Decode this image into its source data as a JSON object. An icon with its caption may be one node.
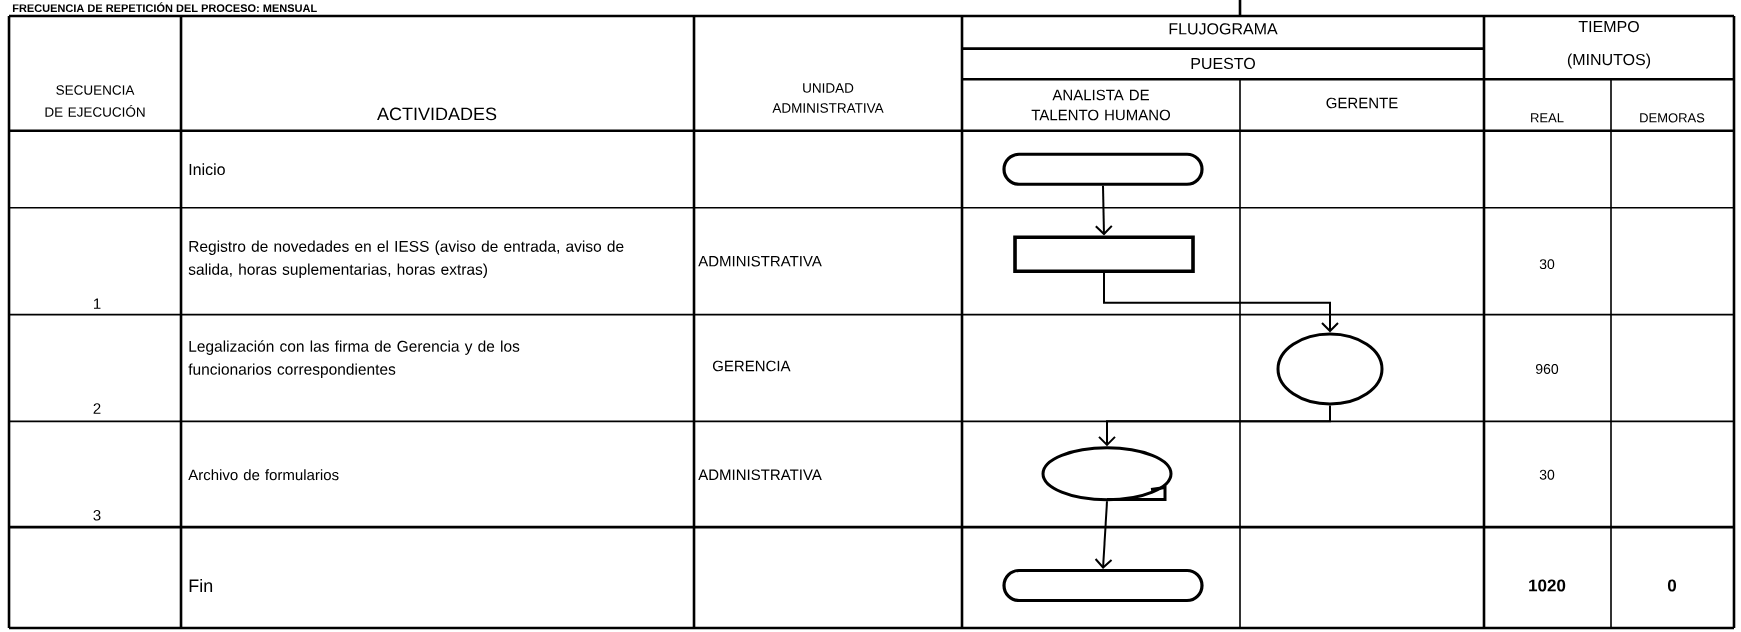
{
  "diagram": {
    "title": "FRECUENCIA DE REPETICIÓN DEL PROCESO: MENSUAL",
    "nodes": [
      {
        "text": [],
        "shape": "pill"
      },
      {
        "text": [],
        "shape": "box"
      },
      {
        "text": [],
        "shape": "circle"
      },
      {
        "text": [],
        "shape": "oval"
      },
      {
        "text": [],
        "shape": "pill"
      }
    ],
    "edges": [
      {
        "from": 0,
        "to": 1,
        "arrow": "to"
      },
      {
        "from": 1,
        "to": 2,
        "arrow": "to"
      },
      {
        "from": 2,
        "to": 3,
        "arrow": "to"
      },
      {
        "from": 3,
        "to": 4,
        "arrow": "to"
      }
    ],
    "labels": [
      "SECUENCIA DE EJECUCIÓN",
      "ACTIVIDADES",
      "UNIDAD ADMINISTRATIVA",
      "FLUJOGRAMA",
      "PUESTO",
      "ANALISTA DE TALENTO HUMANO",
      "GERENTE",
      "TIEMPO (MINUTOS)",
      "REAL",
      "DEMORAS",
      "Inicio",
      "Registro de novedades en el IESS (aviso de entrada, aviso de salida, horas suplementarias, horas extras)",
      "ADMINISTRATIVA",
      "30",
      "1",
      "Legalización con las firma de Gerencia y de los funcionarios correspondientes",
      "GERENCIA",
      "960",
      "2",
      "Archivo de formularios",
      "ADMINISTRATIVA",
      "30",
      "3",
      "Fin",
      "1020",
      "0"
    ]
  }
}
